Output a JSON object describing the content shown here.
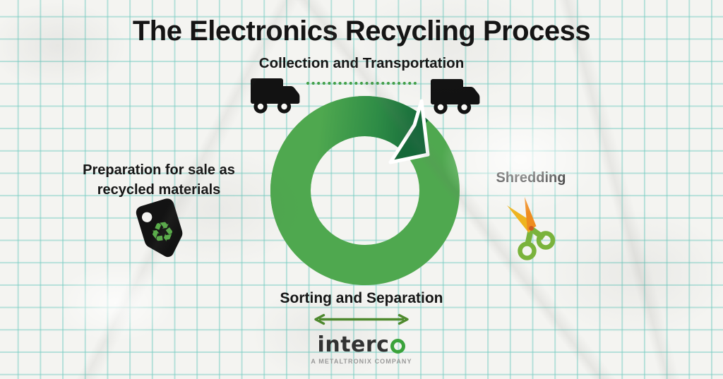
{
  "title": "The Electronics Recycling Process",
  "process": {
    "center_icon": "recycle-loop-icon",
    "steps": [
      {
        "id": "collection",
        "position": "top",
        "label": "Collection and Transportation",
        "icons": [
          "truck-icon",
          "truck-icon",
          "dotted-route-line"
        ]
      },
      {
        "id": "shredding",
        "position": "right",
        "label": "Shredding",
        "icons": [
          "scissors-icon"
        ]
      },
      {
        "id": "sorting",
        "position": "bottom",
        "label": "Sorting and Separation",
        "icons": [
          "double-arrow-icon"
        ]
      },
      {
        "id": "preparation",
        "position": "left",
        "label": "Preparation for sale as recycled materials",
        "icons": [
          "price-tag-recycle-icon"
        ]
      }
    ]
  },
  "logo": {
    "text_prefix": "interc",
    "text_o_letter": "o",
    "full_name": "interco",
    "tagline": "A METALTRONIX COMPANY"
  },
  "colors": {
    "ring_green": "#4fa84f",
    "arrow_dark_green": "#156839",
    "dotted_line_green": "#44a04a",
    "double_arrow_green": "#4f8b2e",
    "scissors_orange": "#ef8c1f",
    "scissors_yellow": "#eeb41f",
    "scissors_handle_green": "#7ab33c",
    "icon_black": "#121212",
    "tag_recycle_green": "#5ab04a",
    "logo_green": "#3aa33b",
    "logo_text_gray": "#323232",
    "tagline_gray": "#9a9a9a",
    "grid_teal": "#76ccc2",
    "paper": "#f4f4f1",
    "text_black": "#141414"
  }
}
